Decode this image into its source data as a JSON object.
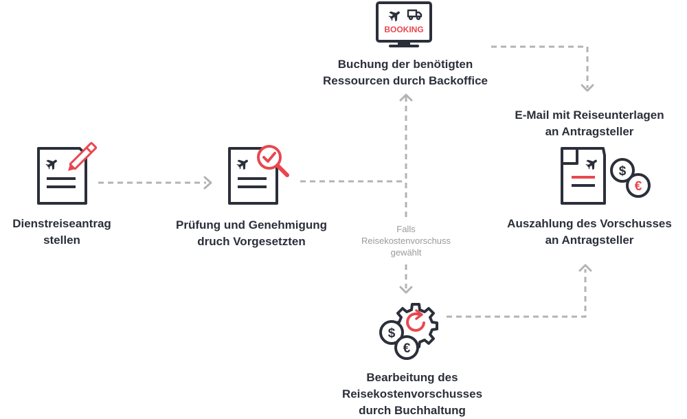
{
  "colors": {
    "dark": "#2b2f3a",
    "accent": "#e8474f",
    "connector": "#b3b3b3",
    "note": "#9a9a9a"
  },
  "steps": [
    {
      "id": "dienstreiseantrag",
      "icon": "document-pen-icon",
      "lines": [
        "Dienstreiseantrag",
        "stellen"
      ]
    },
    {
      "id": "pruefung",
      "icon": "document-search-icon",
      "lines": [
        "Prüfung und Genehmigung",
        "druch Vorgesetzten"
      ]
    },
    {
      "id": "buchung",
      "icon": "booking-monitor-icon",
      "icon_text": "BOOKING",
      "lines": [
        "Buchung der benötigten",
        "Ressourcen durch Backoffice"
      ]
    },
    {
      "id": "email",
      "icon": "document-money-icon",
      "lines": [
        "E-Mail mit Reiseunterlagen",
        "an Antragsteller"
      ]
    },
    {
      "id": "auszahlung",
      "lines": [
        "Auszahlung des Vorschusses",
        "an Antragsteller"
      ]
    },
    {
      "id": "bearbeitung",
      "icon": "gears-money-icon",
      "lines": [
        "Bearbeitung des",
        "Reisekostenvorschusses",
        "durch Buchhaltung"
      ]
    }
  ],
  "condition_note": [
    "Falls",
    "Reisekostenvorschuss",
    "gewählt"
  ]
}
